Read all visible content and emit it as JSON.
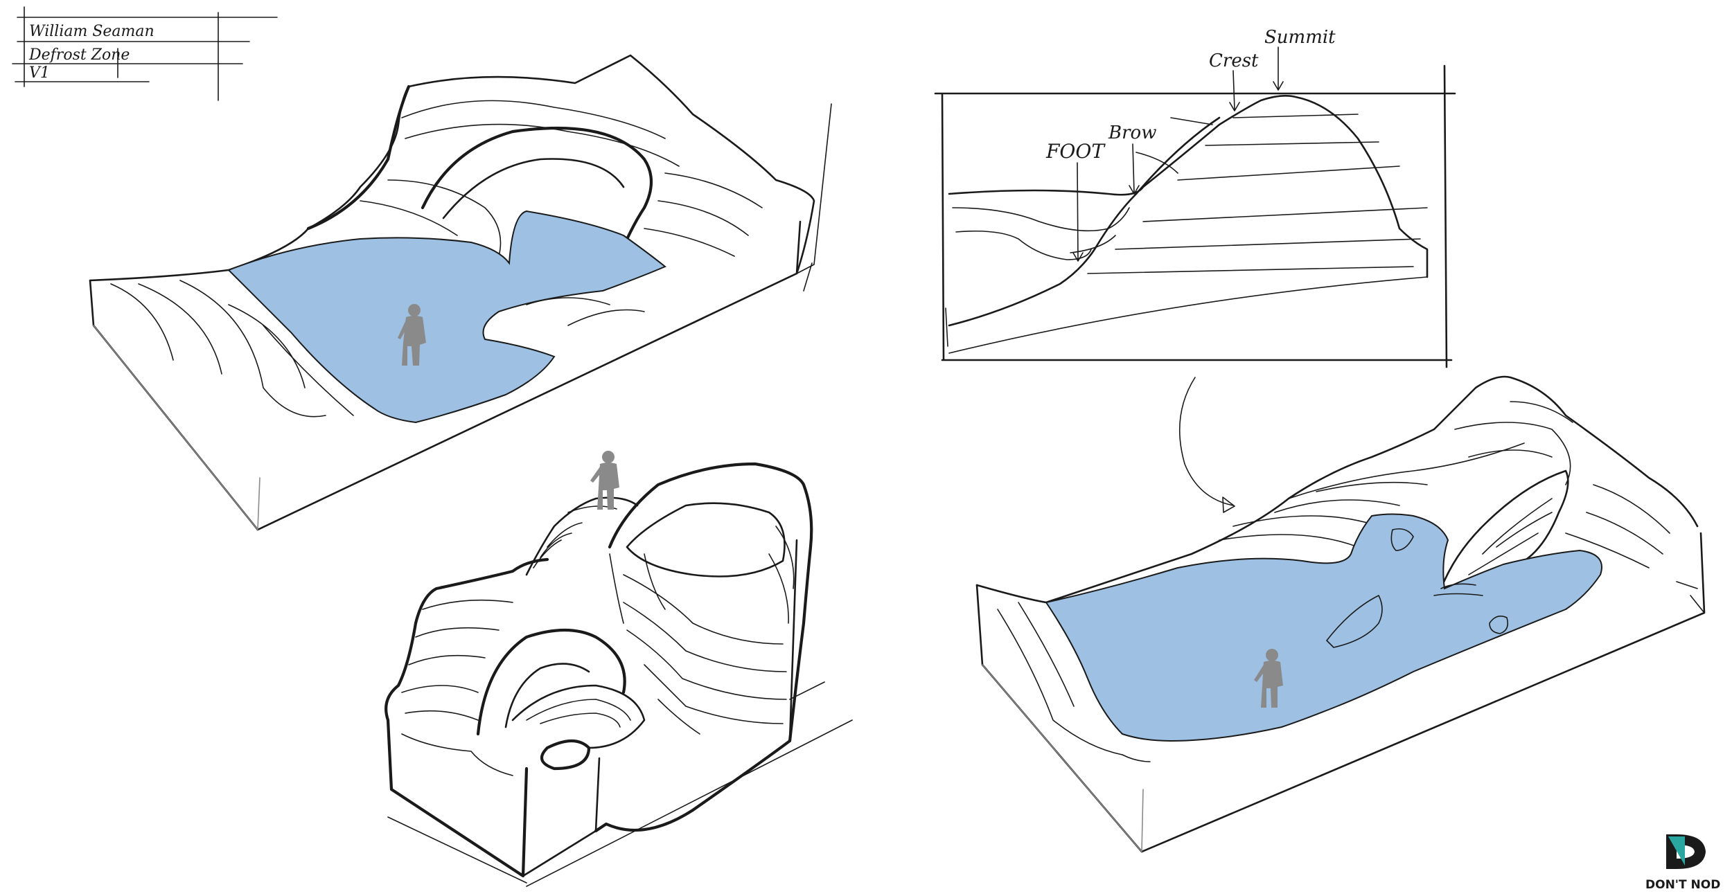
{
  "title_block": {
    "artist": "William Seaman",
    "zone": "Defrost Zone",
    "version": "V1"
  },
  "profile_labels": {
    "summit": "Summit",
    "crest": "Crest",
    "brow": "Brow",
    "foot": "FOOT"
  },
  "logo": {
    "text": "DON'T NOD"
  },
  "colors": {
    "water": "#9dc0e3",
    "figure": "#8a8a8a",
    "ink": "#1a1a1a",
    "logo_teal": "#2aa6a0"
  }
}
